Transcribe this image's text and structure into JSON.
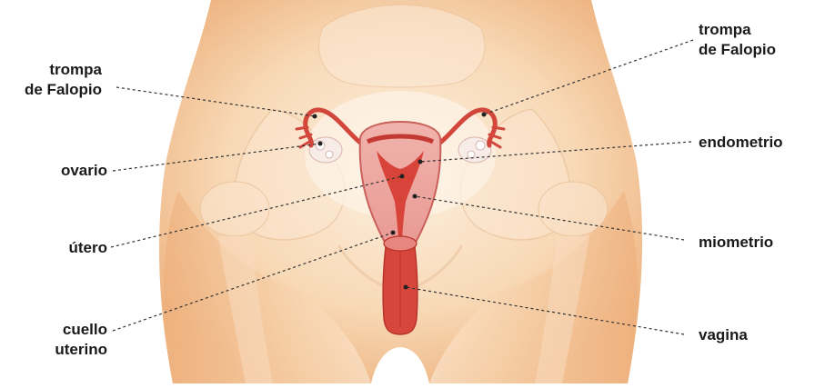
{
  "labels": {
    "left": {
      "fallopian_tube": "trompa\nde Falopio",
      "ovary": "ovario",
      "uterus": "útero",
      "cervix": "cuello\nuterino"
    },
    "right": {
      "fallopian_tube": "trompa\nde Falopio",
      "endometrium": "endometrio",
      "myometrium": "miometrio",
      "vagina": "vagina"
    }
  },
  "colors": {
    "skin_light": "#fbe3c8",
    "skin_mid": "#f6cfa6",
    "skin_dark": "#eeb27f",
    "bone": "#f8dcc0",
    "organ": "#d9443a",
    "organ_light": "#eb9b95",
    "organ_inner": "#c9302a",
    "leader_line": "#333333"
  }
}
